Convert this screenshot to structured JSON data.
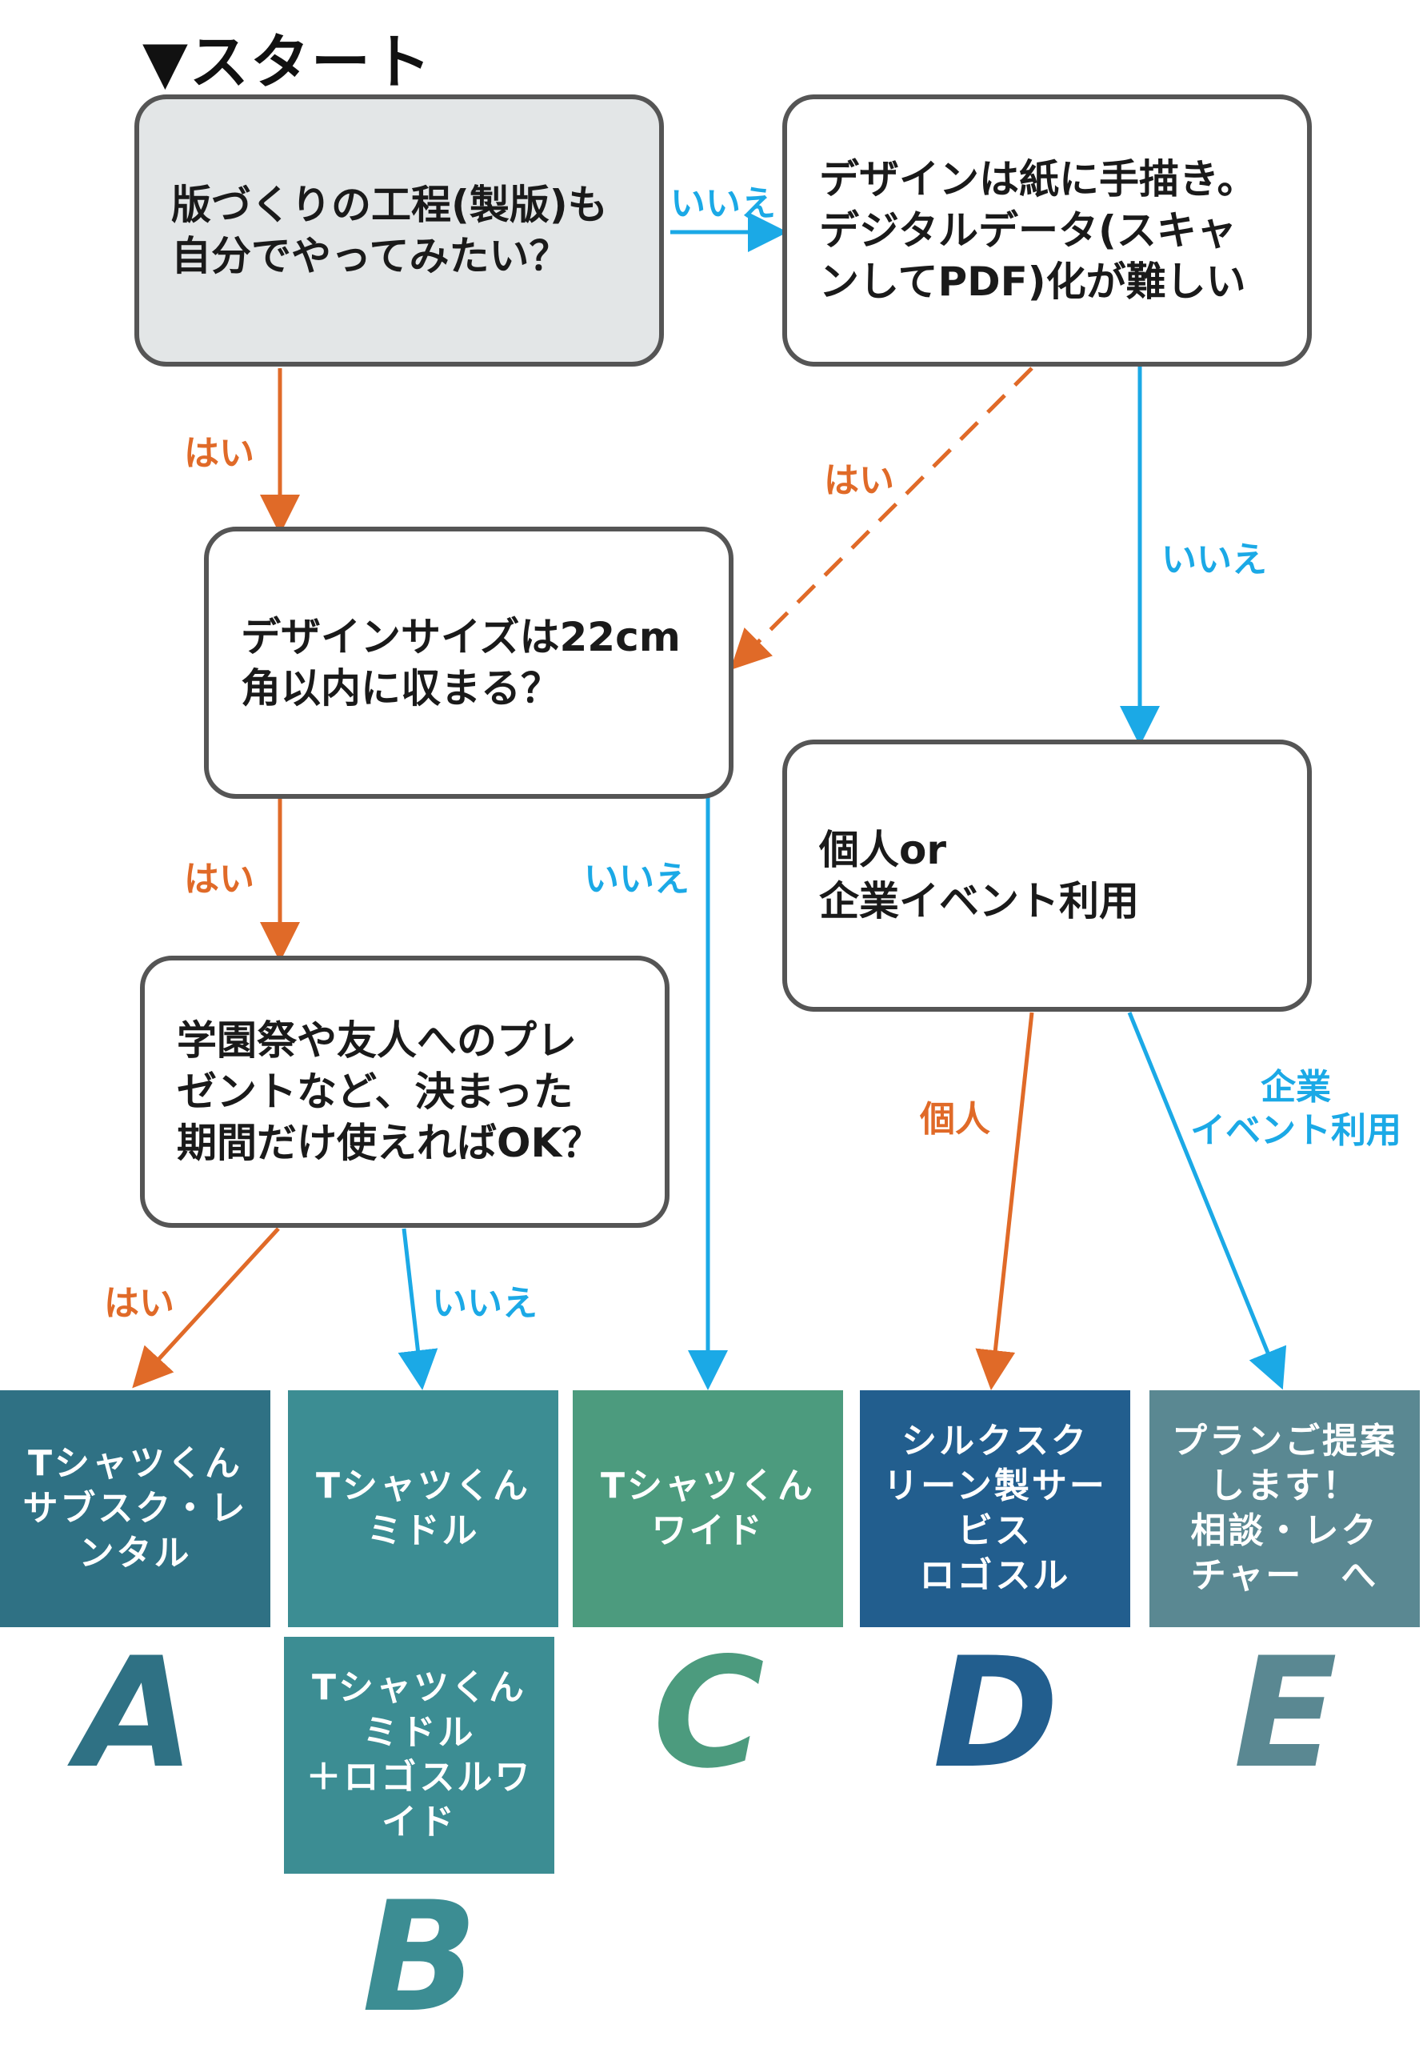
{
  "start": {
    "title": "▼スタート"
  },
  "nodes": {
    "q1": "版づくりの工程(製版)も\n自分でやってみたい？",
    "q2": "デザインは紙に手描き。\nデジタルデータ(スキャ\nンしてPDF)化が難しい",
    "q3": "デザインサイズは22cm\n角以内に収まる？",
    "q4": "個人or\n企業イベント利用",
    "q5": "学園祭や友人へのプレ\nゼントなど、決まった\n期間だけ使えればOK？"
  },
  "edges": {
    "q1_no": "いいえ",
    "q1_yes": "はい",
    "q2_yes": "はい",
    "q2_no": "いいえ",
    "q3_yes": "はい",
    "q3_no": "いいえ",
    "q4_personal": "個人",
    "q4_corporate": "企業\nイベント利用",
    "q5_yes": "はい",
    "q5_no": "いいえ"
  },
  "results": {
    "a": "Tシャツくん\nサブスク・レ\nンタル",
    "b1": "Tシャツくん\nミドル",
    "b2": "Tシャツくん\nミドル\n＋ロゴスルワ\nイド",
    "c": "Tシャツくん\nワイド",
    "d": "シルクスク\nリーン製サー\nビス\nロゴスル",
    "e": "プランご提案\nします！\n相談・レク\nチャー　へ"
  },
  "letters": {
    "a": "A",
    "b": "B",
    "c": "C",
    "d": "D",
    "e": "E"
  },
  "colors": {
    "orange": "#e06a28",
    "blue": "#1ba9e6",
    "res_a": "#2f7184",
    "res_b": "#3c8d93",
    "res_c": "#4c9b7e",
    "res_d": "#225e8e",
    "res_e": "#5a8892"
  }
}
